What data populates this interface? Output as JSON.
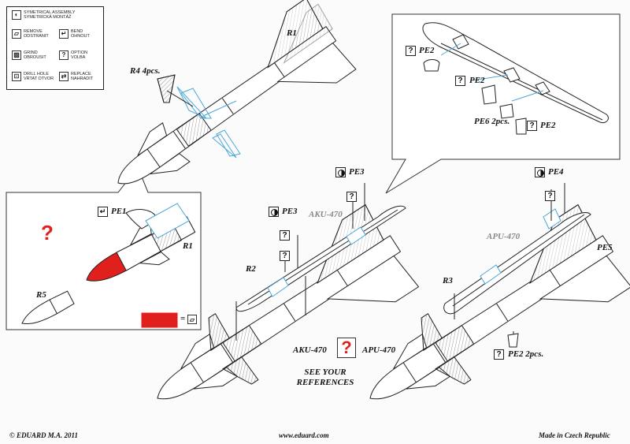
{
  "legend": {
    "items": [
      {
        "icon": "symmetrical-assembly-icon",
        "text_en": "SYMETRICAL ASSEMBLY",
        "text_cz": "SYMETRICKÁ MONTÁŽ"
      },
      {
        "icon": "remove-icon",
        "text_en": "REMOVE",
        "text_cz": "ODSTRANIT"
      },
      {
        "icon": "bend-icon",
        "text_en": "BEND",
        "text_cz": "OHNOUT"
      },
      {
        "icon": "grind-icon",
        "text_en": "GRIND",
        "text_cz": "OBROUSIT"
      },
      {
        "icon": "option-icon",
        "text_en": "OPTION",
        "text_cz": "VOLBA"
      },
      {
        "icon": "drill-hole-icon",
        "text_en": "DRILL HOLE",
        "text_cz": "VRTAT OTVOR"
      },
      {
        "icon": "replace-icon",
        "text_en": "REPLACE",
        "text_cz": "NAHRADIT"
      }
    ]
  },
  "labels": {
    "r1_top": "R1",
    "r4": "R4 4pcs.",
    "pe2_a": "PE2",
    "pe2_b": "PE2",
    "pe6": "PE6 2pcs.",
    "pe2_c": "PE2",
    "pe1": "PE1",
    "r1_left": "R1",
    "r5": "R5",
    "pe3_a": "PE3",
    "pe3_b": "PE3",
    "aku_rail": "AKU-470",
    "r2": "R2",
    "pe4": "PE4",
    "apu_rail": "APU-470",
    "pe5": "PE5",
    "r3": "R3",
    "pe2_d": "PE2 2pcs."
  },
  "center_note": {
    "left": "AKU-470",
    "right": "APU-470",
    "question": "?",
    "line1": "SEE YOUR",
    "line2": "REFERENCES"
  },
  "symbols": {
    "question": "?",
    "bend": "↵",
    "equals": "="
  },
  "footer": {
    "left": "© EDUARD  M.A. 2011",
    "center": "www.eduard.com",
    "right": "Made in Czech Republic"
  },
  "colors": {
    "accent_red": "#e0201c",
    "line": "#222222",
    "part_blue": "#4aa8d8"
  }
}
